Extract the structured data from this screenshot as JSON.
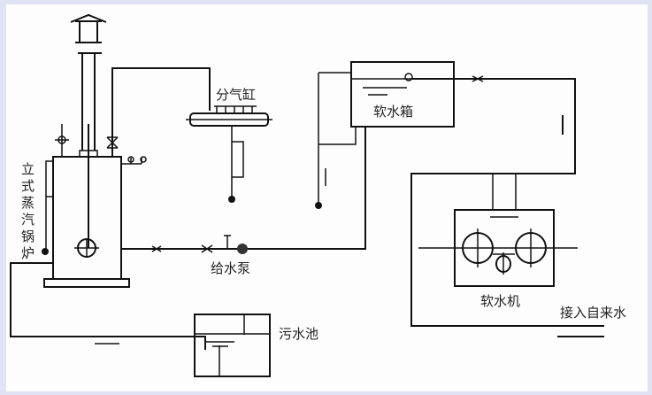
{
  "labels": {
    "boiler": "立式蒸汽锅炉",
    "boiler_chars": [
      "立",
      "式",
      "蒸",
      "汽",
      "锅",
      "炉"
    ],
    "steam_header": "分气缸",
    "soft_water_tank": "软水箱",
    "feed_pump": "给水泵",
    "softener": "软水机",
    "tap_water_inlet": "接入自来水",
    "sewage_pool": "污水池"
  },
  "colors": {
    "line": "#111111",
    "frame": "#dfe3f4",
    "background": "#fdfdfd"
  }
}
